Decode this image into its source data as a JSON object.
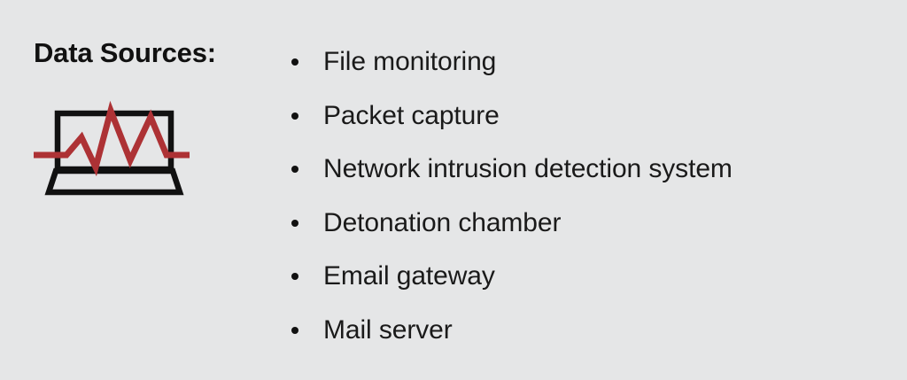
{
  "slide": {
    "background_color": "#e5e6e7",
    "text_color": "#1a1a1a",
    "accent_color": "#ad3235"
  },
  "left_column": {
    "title": "Data Sources:",
    "icon": {
      "name": "laptop-ekg-icon",
      "description": "laptop outline with red EKG pulse line",
      "outline_color": "#111111",
      "pulse_color": "#ad3235"
    }
  },
  "data_sources": {
    "items": [
      {
        "label": "File monitoring"
      },
      {
        "label": "Packet capture"
      },
      {
        "label": "Network intrusion detection system"
      },
      {
        "label": "Detonation chamber"
      },
      {
        "label": "Email gateway"
      },
      {
        "label": "Mail server"
      }
    ]
  }
}
